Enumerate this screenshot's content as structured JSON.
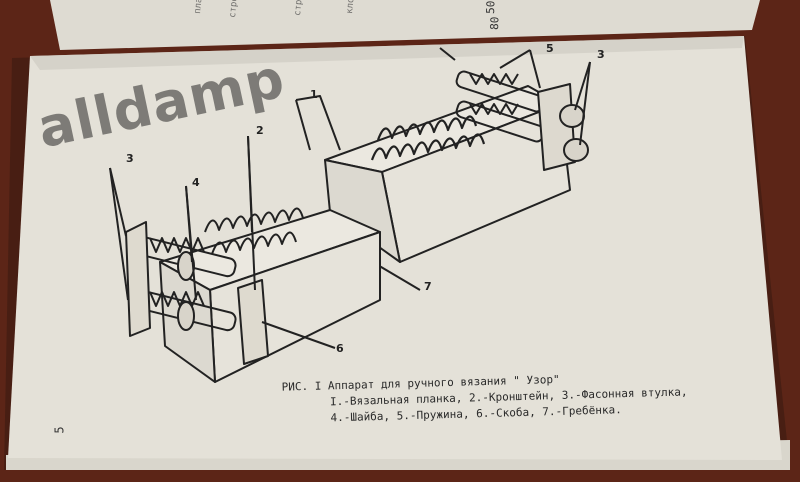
{
  "watermark": "alldamp",
  "caption": {
    "line1": "РИС. I  Аппарат для ручного вязания \" Узор\"",
    "line2": "I.-Вязальная планка, 2.-Кронштейн, 3.-Фасонная втулка,",
    "line3": "4.-Шайба, 5.-Пружина, 6.-Скоба, 7.-Гребёнка."
  },
  "page_number": "5",
  "callouts": [
    "1",
    "2",
    "3",
    "4",
    "5",
    "3",
    "6",
    "7"
  ],
  "top_page_numbers": [
    "50",
    "80"
  ]
}
